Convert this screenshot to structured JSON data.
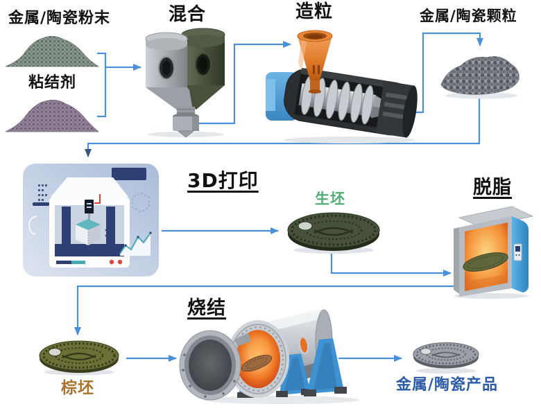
{
  "diagram": {
    "inputs": {
      "powder": "金属/陶瓷粉末",
      "binder": "粘结剂"
    },
    "steps": {
      "mixing": "混合",
      "granulation": "造粒",
      "printing": "3D打印",
      "debinding": "脱脂",
      "sintering": "烧结"
    },
    "materials": {
      "granules": "金属/陶瓷颗粒",
      "green_body": "生坯",
      "brown_body": "棕坯",
      "product": "金属/陶瓷产品"
    },
    "colors": {
      "arrow": "#4a90d9",
      "step_label": "#111111",
      "green_body_label": "#4fae73",
      "brown_body_label": "#a9732c",
      "product_label": "#2b5ba8",
      "hopper_orange": "#e07b28",
      "machine_blue": "#45a3dc",
      "furnace_glow": "#f07a26"
    }
  }
}
